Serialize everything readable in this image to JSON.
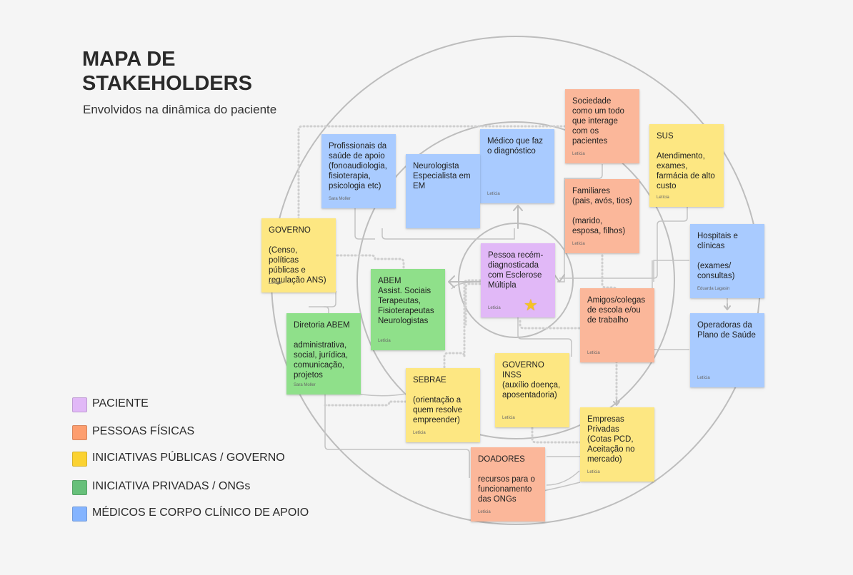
{
  "header": {
    "title": "MAPA DE\nSTAKEHOLDERS",
    "subtitle": "Envolvidos na dinâmica do paciente"
  },
  "colors": {
    "paciente": "#e1b8f7",
    "pessoas_fisicas": "#fbb79a",
    "publicas": "#fde782",
    "privadas": "#8fe08a",
    "medicos": "#a9cbff"
  },
  "notes": {
    "sociedade": {
      "text": "Sociedade como um todo que interage com os pacientes",
      "author": "Letícia"
    },
    "sus": {
      "text": "SUS\n\nAtendimento, exames, farmácia de alto custo",
      "author": "Letícia"
    },
    "profissionais": {
      "text": "Profissionais da saúde de apoio (fonoaudiologia, fisioterapia, psicologia etc)",
      "author": "Sara Moller"
    },
    "medico_diag": {
      "text": "Médico que faz o diagnóstico",
      "author": "Letícia"
    },
    "neurologista": {
      "text": "Neurologista Especialista em EM",
      "author": ""
    },
    "familiares": {
      "text": "Familiares\n(pais, avós, tios)\n\n(marido, esposa, filhos)",
      "author": "Letícia"
    },
    "hospitais": {
      "text": "Hospitais e clínicas\n\n(exames/ consultas)",
      "author": "Eduarda Lagasin"
    },
    "governo": {
      "text": "GOVERNO\n\n(Censo, políticas públicas e regulação ANS)",
      "author": "Letícia"
    },
    "pessoa": {
      "text": "Pessoa recém-diagnosticada com Esclerose Múltipla",
      "author": "Letícia",
      "star": "★"
    },
    "abem": {
      "text": "ABEM\nAssist. Sociais Terapeutas, Fisioterapeutas Neurologistas",
      "author": "Letícia"
    },
    "amigos": {
      "text": "Amigos/colegas de escola e/ou de trabalho",
      "author": "Letícia"
    },
    "operadoras": {
      "text": "Operadoras da Plano de Saúde",
      "author": "Letícia"
    },
    "diretoria": {
      "text": "Diretoria ABEM\n\nadministrativa, social, jurídica, comunicação, projetos",
      "author": "Sara Moller"
    },
    "sebrae": {
      "text": "SEBRAE\n\n(orientação a quem resolve empreender)",
      "author": "Letícia"
    },
    "inss": {
      "text": "GOVERNO\nINSS\n(auxílio doença, aposentadoria)",
      "author": "Letícia"
    },
    "empresas": {
      "text": "Empresas Privadas\n(Cotas PCD, Aceitação no mercado)",
      "author": "Letícia"
    },
    "doadores": {
      "text": "DOADORES\n\nrecursos para o funcionamento das ONGs",
      "author": "Letícia"
    }
  },
  "legend": [
    {
      "label": "PACIENTE",
      "color": "#e1b8f7"
    },
    {
      "label": "PESSOAS FÍSICAS",
      "color": "#fd9e6f"
    },
    {
      "label": "INICIATIVAS PÚBLICAS / GOVERNO",
      "color": "#fbd231"
    },
    {
      "label": "INICIATIVA PRIVADAS / ONGs",
      "color": "#67c07a"
    },
    {
      "label": "MÉDICOS E CORPO CLÍNICO DE APOIO",
      "color": "#84b4ff"
    }
  ]
}
